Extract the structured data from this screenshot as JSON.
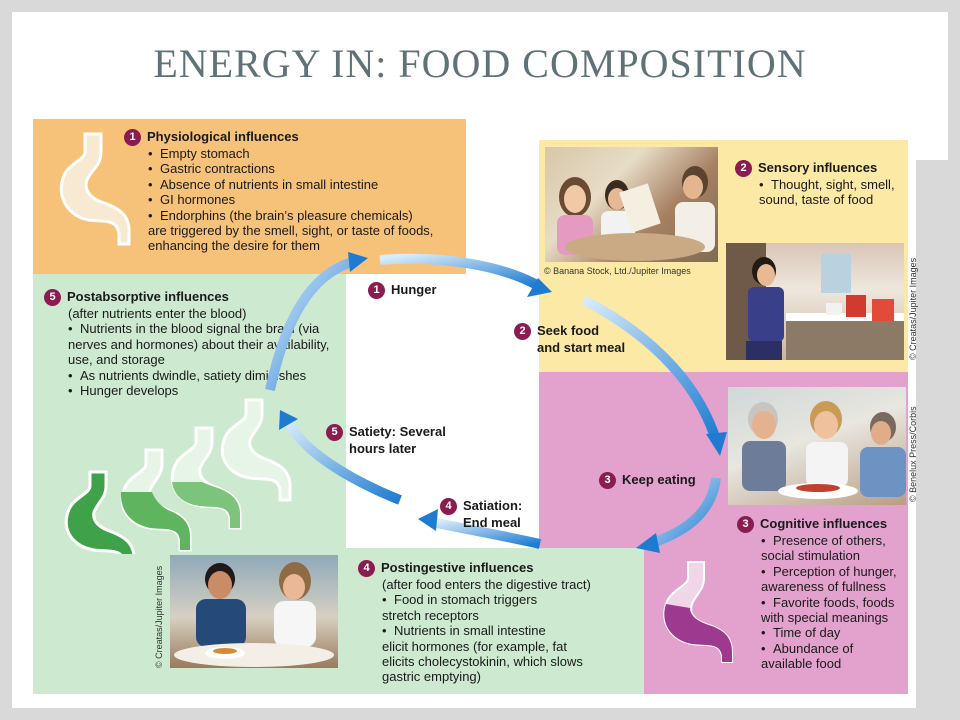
{
  "title": "ENERGY IN: FOOD COMPOSITION",
  "colors": {
    "orange": "#f6c27a",
    "yellow": "#fbe9a5",
    "pink": "#e3a2cd",
    "green": "#cde9cf",
    "number_circle": "#8a1c50",
    "arrow": "#2f86d6"
  },
  "panels": {
    "physiological": {
      "number": "1",
      "heading": "Physiological influences",
      "items": [
        "Empty stomach",
        "Gastric contractions",
        "Absence of nutrients in small intestine",
        "GI hormones"
      ],
      "last_item": "Endorphins (the brain’s pleasure chemicals)",
      "last_item_cont1": "are triggered by the smell, sight, or taste of foods,",
      "last_item_cont2": "enhancing the desire for them"
    },
    "sensory": {
      "number": "2",
      "heading": "Sensory influences",
      "item_line1": "Thought, sight, smell,",
      "item_line2": "sound, taste of food"
    },
    "cognitive": {
      "number": "3",
      "heading": "Cognitive influences",
      "items": [
        [
          "Presence of others,",
          "social stimulation"
        ],
        [
          "Perception of hunger,",
          "awareness of fullness"
        ],
        [
          "Favorite foods, foods",
          "with special meanings"
        ],
        [
          "Time of day"
        ],
        [
          "Abundance of",
          "available food"
        ]
      ]
    },
    "postingestive": {
      "number": "4",
      "heading": "Postingestive influences",
      "subtitle": "(after food enters the digestive tract)",
      "item1_line1": "Food in stomach triggers",
      "item1_line2": "stretch receptors",
      "item2_line1": "Nutrients in small intestine",
      "item2_line2": "elicit hormones (for example, fat",
      "item2_line3": "elicits cholecystokinin, which slows",
      "item2_line4": "gastric emptying)"
    },
    "postabsorptive": {
      "number": "5",
      "heading": "Postabsorptive influences",
      "subtitle": "(after nutrients enter the blood)",
      "item1_line1": "Nutrients in the blood signal the brain (via",
      "item1_line2": "nerves and hormones) about their availability,",
      "item1_line3": "use, and storage",
      "item2": "As nutrients dwindle, satiety diminishes",
      "item3": "Hunger develops"
    }
  },
  "steps": {
    "s1": {
      "number": "1",
      "line1": "Hunger"
    },
    "s2": {
      "number": "2",
      "line1": "Seek food",
      "line2": "and start meal"
    },
    "s3": {
      "number": "3",
      "line1": "Keep eating"
    },
    "s4": {
      "number": "4",
      "line1": "Satiation:",
      "line2": "End meal"
    },
    "s5": {
      "number": "5",
      "line1": "Satiety: Several",
      "line2": "hours later"
    }
  },
  "credits": {
    "banana": "© Banana Stock, Ltd./Jupiter Images",
    "creatas_right": "© Creatas/Jupiter Images",
    "benelux": "© Benelux Press/Corbis",
    "creatas_left": "© Creatas/Jupiter Images"
  }
}
